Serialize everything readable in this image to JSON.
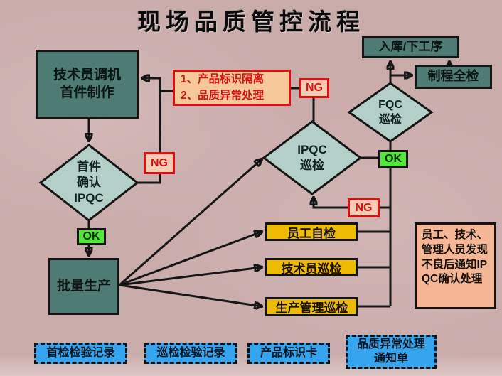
{
  "title": "现场品质管控流程",
  "nodes": {
    "tech_setup": {
      "line1": "技术员调机",
      "line2": "首件制作"
    },
    "isolation_handling": {
      "line1": "1、产品标识隔离",
      "line2": "2、品质异常处理"
    },
    "first_confirm": {
      "line1": "首件",
      "line2": "确认",
      "line3": "IPQC"
    },
    "batch_production": {
      "label": "批量生产"
    },
    "ipqc_patrol": {
      "line1": "IPQC",
      "line2": "巡检"
    },
    "fqc_patrol": {
      "line1": "FQC",
      "line2": "巡检"
    },
    "warehouse": {
      "label": "入库/下工序"
    },
    "full_inspection": {
      "label": "制程全检"
    },
    "self_check": {
      "label": "员工自检"
    },
    "tech_patrol": {
      "label": "技术员巡检"
    },
    "prod_mgmt_patrol": {
      "label": "生产管理巡检"
    },
    "note": {
      "label": "员工、技术、管理人员发现不良后通知IPQC确认处理"
    }
  },
  "badges": {
    "ng": "NG",
    "ok": "OK"
  },
  "documents": [
    {
      "lines": [
        "首检检验记录"
      ]
    },
    {
      "lines": [
        "巡检检验记录"
      ]
    },
    {
      "lines": [
        "产品标识卡"
      ]
    },
    {
      "lines": [
        "品质异常处理",
        "通知单"
      ]
    }
  ],
  "colors": {
    "background": "#c9abaa",
    "dark_box": "#4e7b73",
    "diamond": "#b3cfc8",
    "ok_green": "#52e837",
    "ng_red": "#d91111",
    "ng_fill": "#f5cdb4",
    "alert_fill": "#f7c998",
    "yellow": "#edba04",
    "note_fill": "#f4b694",
    "doc_blue": "#36a5f0",
    "line": "#161616"
  }
}
